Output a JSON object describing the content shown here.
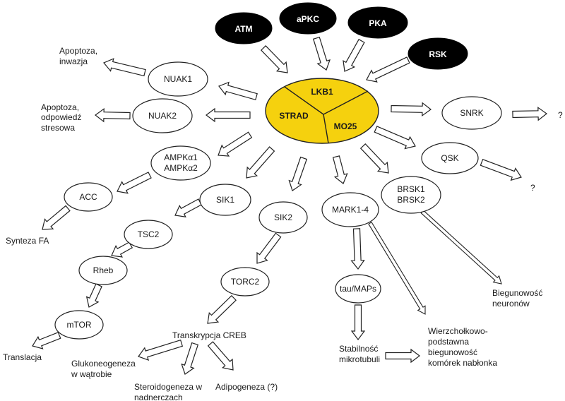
{
  "core": {
    "lkb1": "LKB1",
    "strad": "STRAD",
    "mo25": "MO25",
    "fill": "#F5D10E"
  },
  "upstream": {
    "atm": "ATM",
    "apkc": "aPKC",
    "pka": "PKA",
    "rsk": "RSK"
  },
  "nodes": {
    "nuak1": "NUAK1",
    "nuak2": "NUAK2",
    "ampk_a1": "AMPKα1",
    "ampk_a2": "AMPKα2",
    "acc": "ACC",
    "sik1": "SIK1",
    "tsc2": "TSC2",
    "rheb": "Rheb",
    "mtor": "mTOR",
    "sik2": "SIK2",
    "torc2": "TORC2",
    "mark": "MARK1-4",
    "tau": "tau/MAPs",
    "brsk1": "BRSK1",
    "brsk2": "BRSK2",
    "qsk": "QSK",
    "snrk": "SNRK"
  },
  "labels": {
    "apoptoza_inwazja": [
      "Apoptoza,",
      "inwazja"
    ],
    "apoptoza_stres": [
      "Apoptoza,",
      "odpowiedź",
      "stresowa"
    ],
    "synteza_fa": "Synteza FA",
    "translacja": "Translacja",
    "transkrypcja_creb": "Transkrypcja CREB",
    "glukoneogeneza": [
      "Glukoneogeneza",
      "w wątrobie"
    ],
    "steroidogeneza": [
      "Steroidogeneza w",
      "nadnerczach"
    ],
    "adipogeneza": "Adipogeneza (?)",
    "stabilnosc": [
      "Stabilność",
      "mikrotubuli"
    ],
    "wierzcholkowo": [
      "Wierzchołkowo-",
      "podstawna",
      "biegunowość",
      "komórek nabłonka"
    ],
    "biegunowosc_neuronow": [
      "Biegunowość",
      "neuronów"
    ],
    "q_snrk": "?",
    "q_qsk": "?"
  }
}
